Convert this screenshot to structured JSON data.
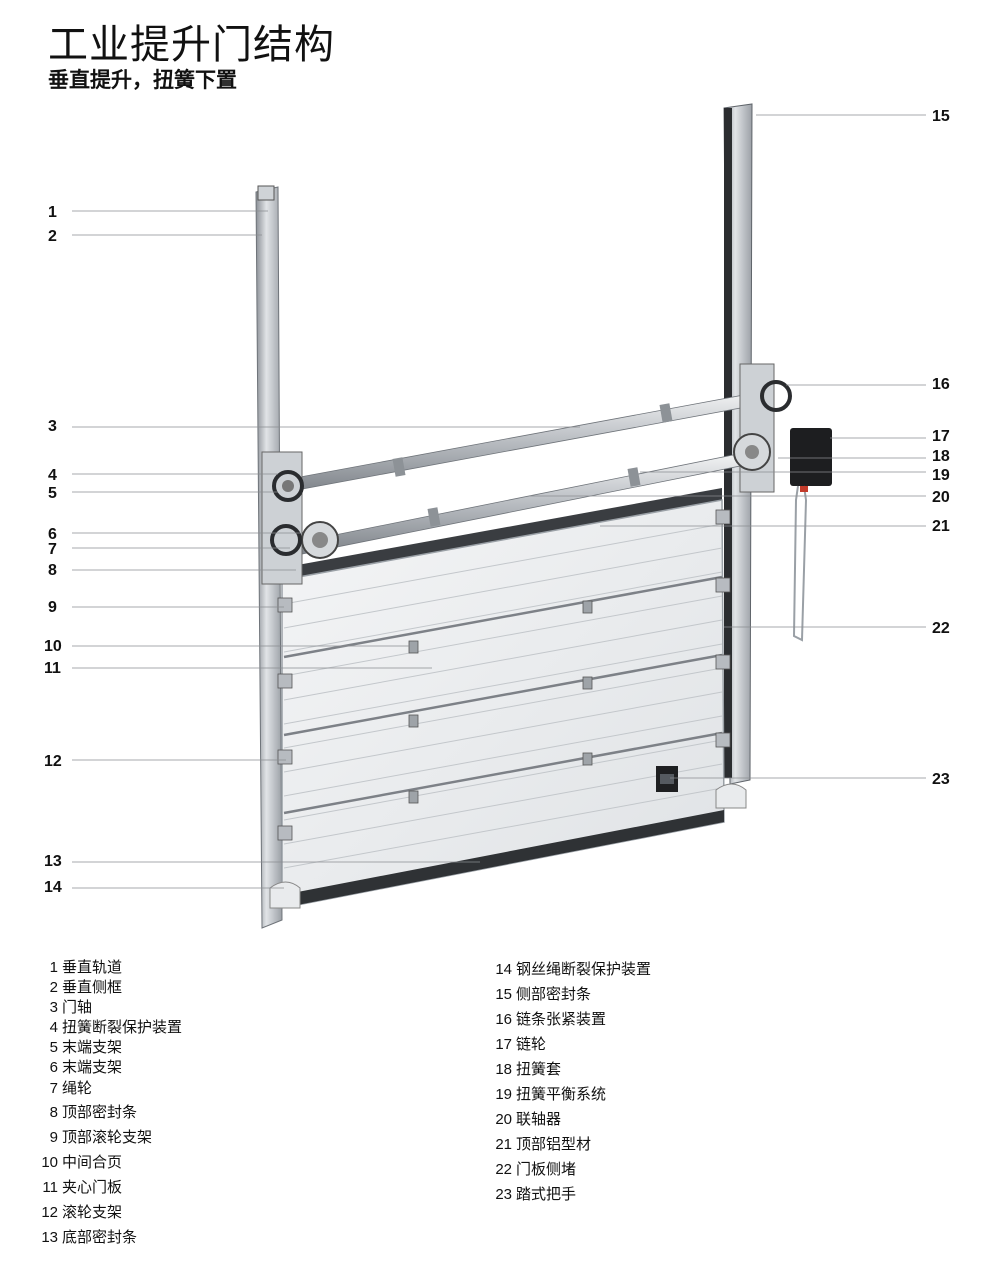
{
  "header": {
    "title": "工业提升门结构",
    "subtitle": "垂直提升，扭簧下置"
  },
  "callouts": [
    "1",
    "2",
    "3",
    "4",
    "5",
    "6",
    "7",
    "8",
    "9",
    "10",
    "11",
    "12",
    "13",
    "14",
    "15",
    "16",
    "17",
    "18",
    "19",
    "20",
    "21",
    "22",
    "23"
  ],
  "legend_left": [
    {
      "num": "1",
      "text": "垂直轨道"
    },
    {
      "num": "2",
      "text": "垂直侧框"
    },
    {
      "num": "3",
      "text": "门轴"
    },
    {
      "num": "4",
      "text": "扭簧断裂保护装置"
    },
    {
      "num": "5",
      "text": "末端支架"
    },
    {
      "num": "6",
      "text": "末端支架"
    },
    {
      "num": "7",
      "text": "绳轮"
    },
    {
      "num": "8",
      "text": "顶部密封条"
    },
    {
      "num": "9",
      "text": "顶部滚轮支架"
    },
    {
      "num": "10",
      "text": "中间合页"
    },
    {
      "num": "11",
      "text": "夹心门板"
    },
    {
      "num": "12",
      "text": "滚轮支架"
    },
    {
      "num": "13",
      "text": "底部密封条"
    }
  ],
  "legend_right": [
    {
      "num": "14",
      "text": "钢丝绳断裂保护装置"
    },
    {
      "num": "15",
      "text": "侧部密封条"
    },
    {
      "num": "16",
      "text": "链条张紧装置"
    },
    {
      "num": "17",
      "text": "链轮"
    },
    {
      "num": "18",
      "text": "扭簧套"
    },
    {
      "num": "19",
      "text": "扭簧平衡系统"
    },
    {
      "num": "20",
      "text": "联轴器"
    },
    {
      "num": "21",
      "text": "顶部铝型材"
    },
    {
      "num": "22",
      "text": "门板侧堵"
    },
    {
      "num": "23",
      "text": "踏式把手"
    }
  ]
}
